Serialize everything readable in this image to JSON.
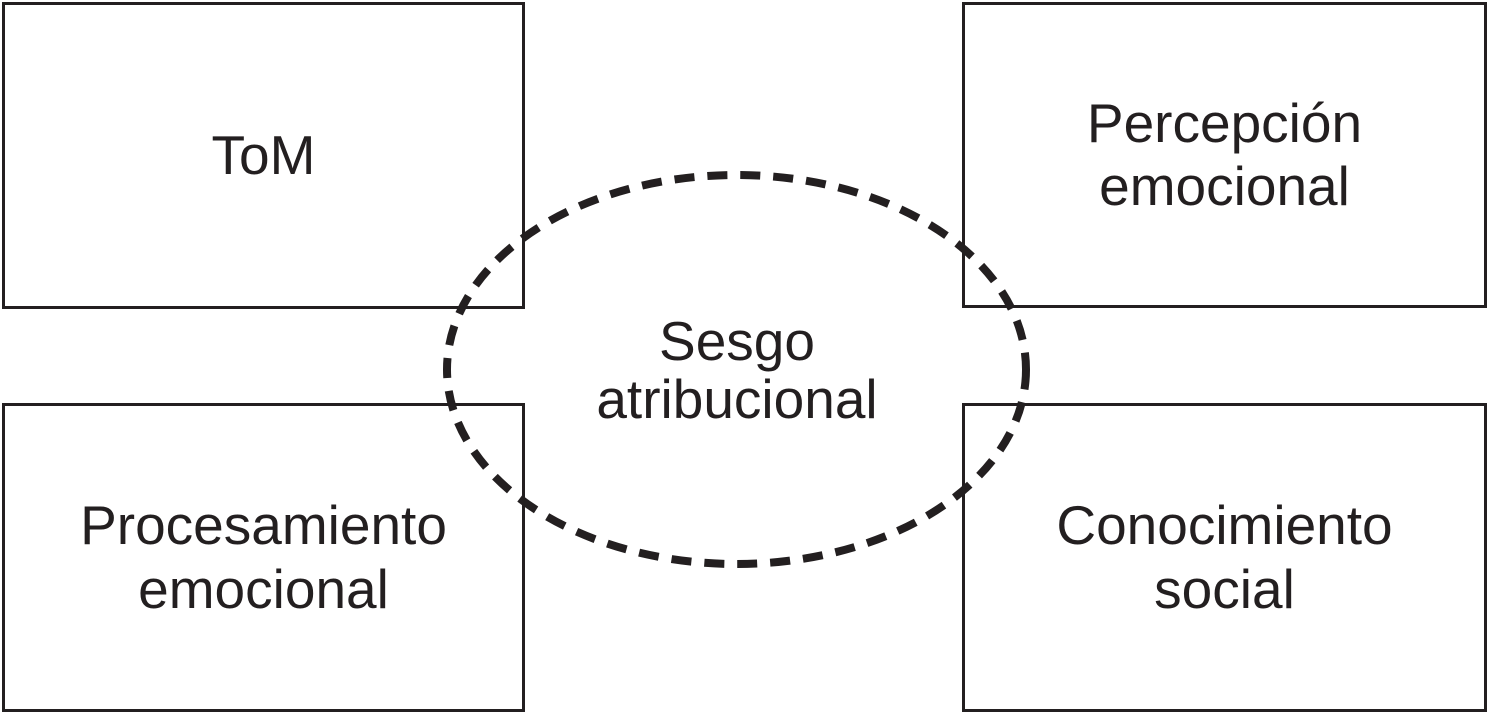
{
  "figure": {
    "background_color": "#ffffff",
    "ink_color": "#231f20"
  },
  "boxes": [
    {
      "id": "tom",
      "label": "ToM"
    },
    {
      "id": "percepcion-emocional",
      "label": "Percepción\nemocional"
    },
    {
      "id": "procesamiento-emocional",
      "label": "Procesamiento\nemocional"
    },
    {
      "id": "conocimiento-social",
      "label": "Conocimiento\nsocial"
    }
  ],
  "ellipse": {
    "id": "sesgo-atribucional",
    "label": "Sesgo\natribucional"
  }
}
